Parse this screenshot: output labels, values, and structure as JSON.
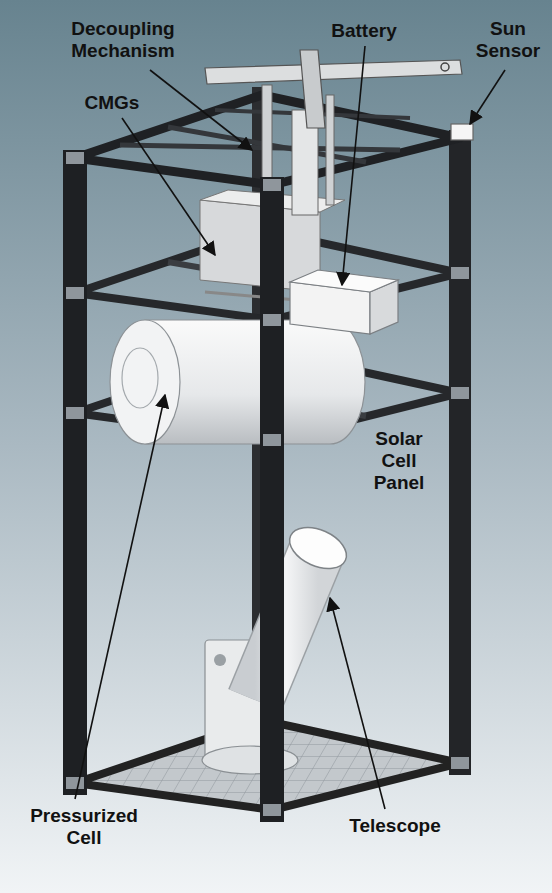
{
  "diagram": {
    "labels": [
      "Decoupling Mechanism",
      "Battery",
      "Sun Sensor",
      "CMGs",
      "Solar Cell Panel",
      "Pressurized Cell",
      "Telescope"
    ]
  }
}
